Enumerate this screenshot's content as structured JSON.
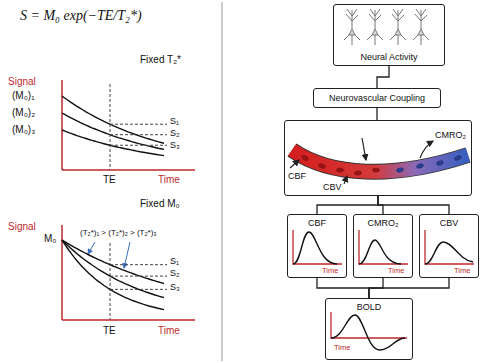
{
  "diagram": {
    "nodes": [
      {
        "text": [
          "Neural Activity"
        ]
      },
      {
        "text": [
          "Neurovascular Coupling"
        ]
      },
      {
        "text": [
          "CMRO₂",
          "CBF",
          "CBV"
        ]
      },
      {
        "text": [
          "CBF",
          "Time"
        ]
      },
      {
        "text": [
          "CMRO₂",
          "Time"
        ]
      },
      {
        "text": [
          "CBV",
          "Time"
        ]
      },
      {
        "text": [
          "BOLD",
          "Time"
        ]
      }
    ],
    "edges": [
      {
        "from": 0,
        "to": 1,
        "arrow": "none"
      },
      {
        "from": 1,
        "to": 2,
        "arrow": "none"
      },
      {
        "from": 2,
        "to": 3,
        "arrow": "none"
      },
      {
        "from": 2,
        "to": 4,
        "arrow": "none"
      },
      {
        "from": 2,
        "to": 5,
        "arrow": "none"
      },
      {
        "from": 3,
        "to": 6,
        "arrow": "none"
      },
      {
        "from": 4,
        "to": 6,
        "arrow": "none"
      },
      {
        "from": 5,
        "to": 6,
        "arrow": "none"
      }
    ],
    "labels": [
      "S = M₀ exp(−TE/T₂*)",
      "Fixed T₂*",
      "Signal",
      "(M₀)₁",
      "(M₀)₂",
      "(M₀)₃",
      "S₁",
      "S₂",
      "S₃",
      "TE",
      "Time",
      "Fixed M₀",
      "Signal",
      "M₀",
      "(T₂*)₁ > (T₂*)₂ > (T₂*)₃",
      "S₁",
      "S₂",
      "S₃",
      "TE",
      "Time"
    ]
  }
}
